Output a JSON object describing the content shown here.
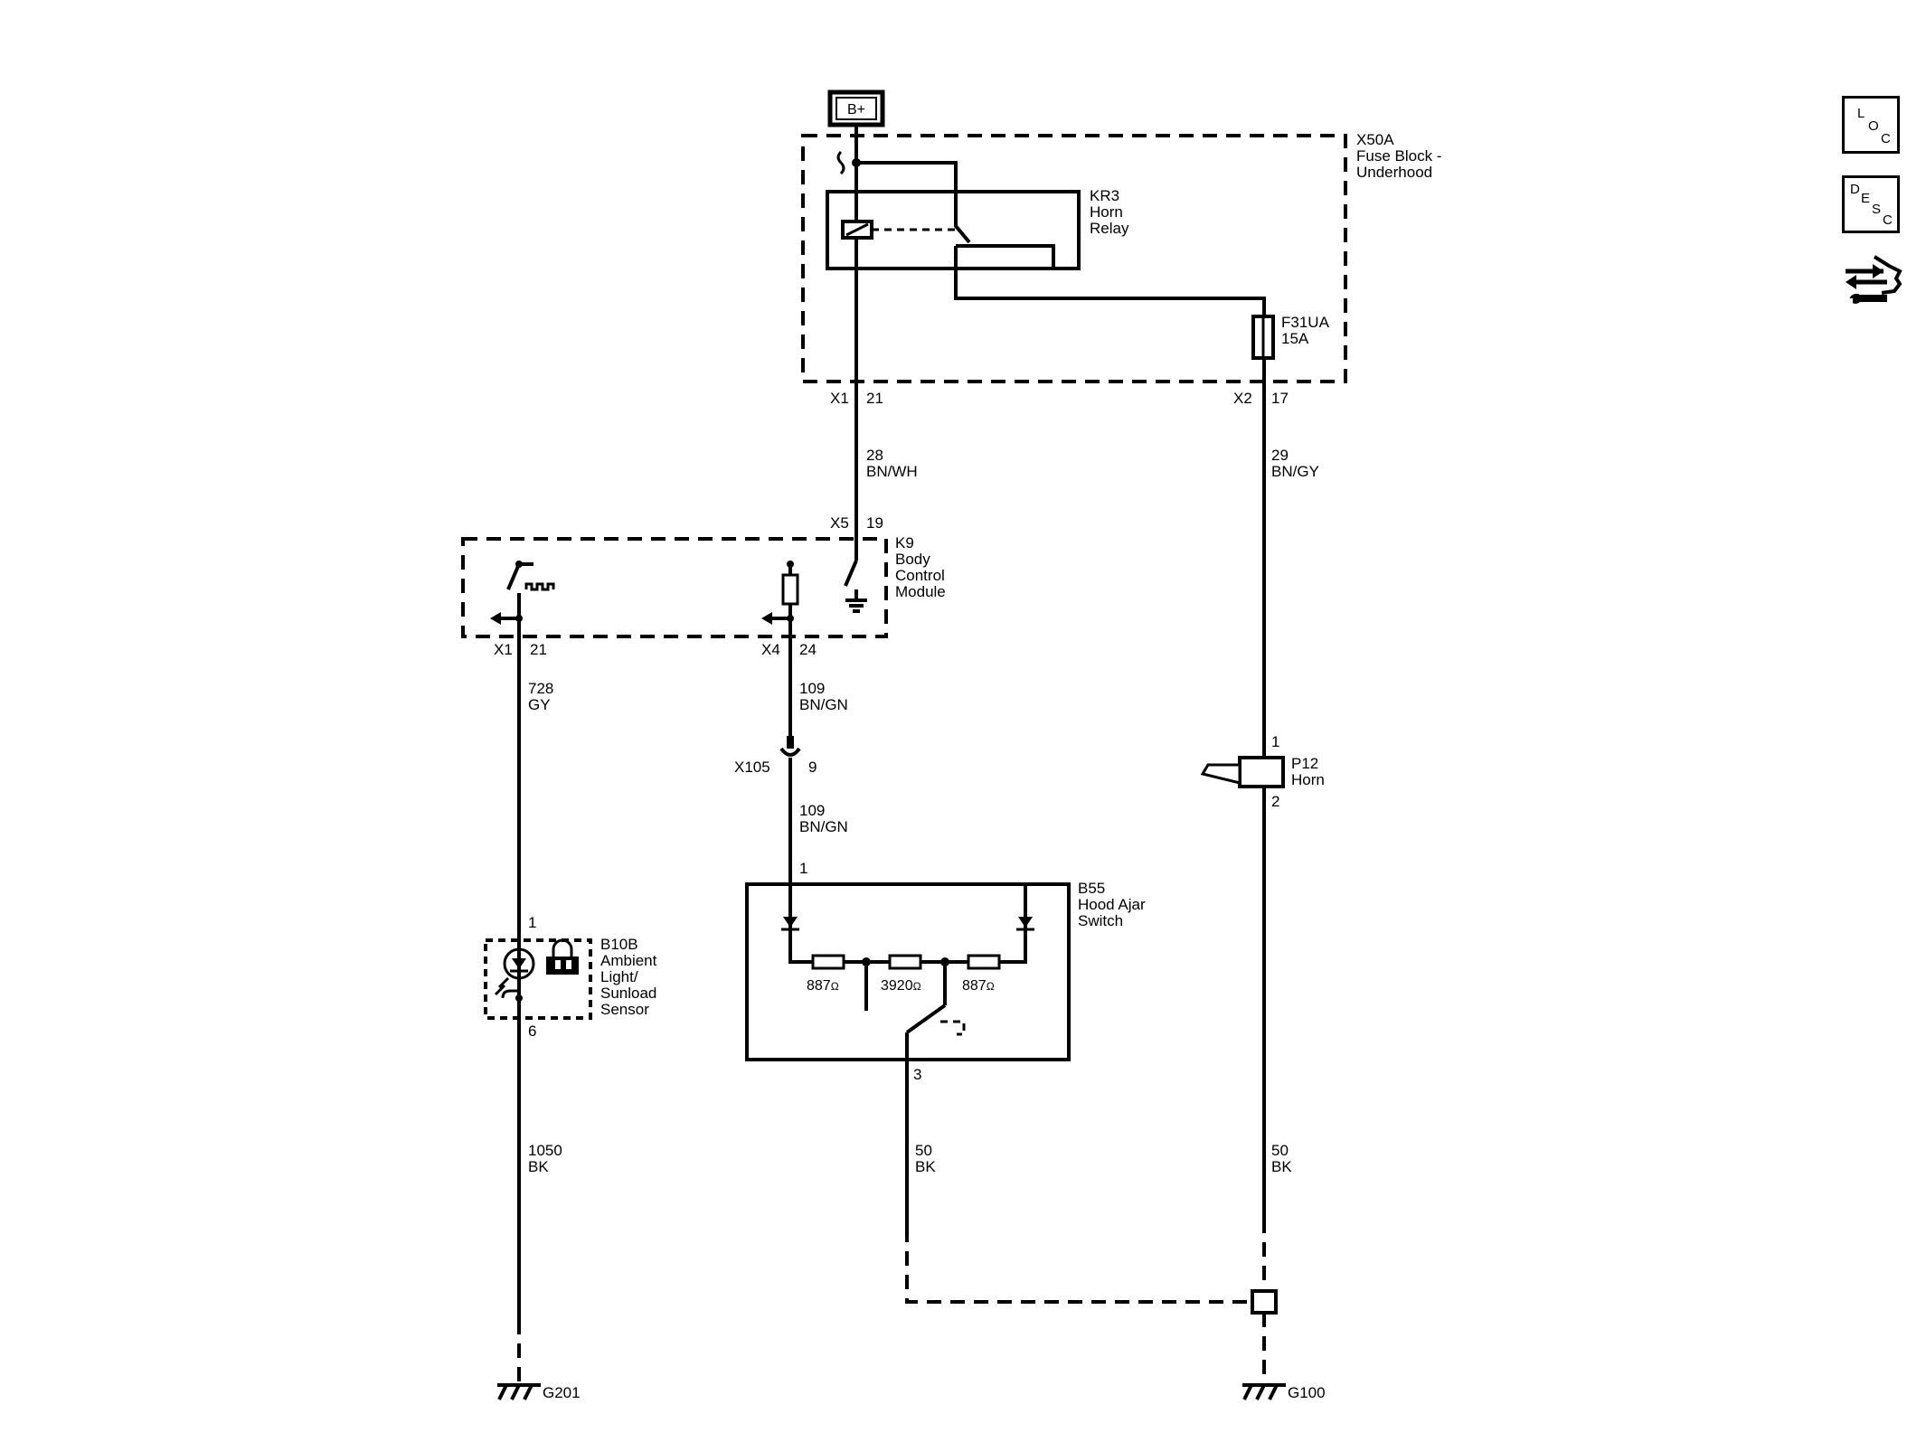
{
  "power": {
    "label": "B+"
  },
  "fuse_block": {
    "name": "X50A",
    "desc1": "Fuse Block -",
    "desc2": "Underhood",
    "pin_left_conn": "X1",
    "pin_left_num": "21",
    "pin_right_conn": "X2",
    "pin_right_num": "17"
  },
  "relay": {
    "name": "KR3",
    "desc1": "Horn",
    "desc2": "Relay"
  },
  "fuse": {
    "name": "F31UA",
    "rating": "15A"
  },
  "wire_28": {
    "circuit": "28",
    "color": "BN/WH"
  },
  "wire_29": {
    "circuit": "29",
    "color": "BN/GY"
  },
  "bcm": {
    "name": "K9",
    "desc1": "Body",
    "desc2": "Control",
    "desc3": "Module",
    "top_conn": "X5",
    "top_pin": "19",
    "left_conn": "X1",
    "left_pin": "21",
    "mid_conn": "X4",
    "mid_pin": "24"
  },
  "wire_728": {
    "circuit": "728",
    "color": "GY"
  },
  "wire_109a": {
    "circuit": "109",
    "color": "BN/GN"
  },
  "wire_109b": {
    "circuit": "109",
    "color": "BN/GN"
  },
  "inline_conn": {
    "name": "X105",
    "pin": "9"
  },
  "hood_switch": {
    "name": "B55",
    "desc1": "Hood Ajar",
    "desc2": "Switch",
    "pin_in": "1",
    "pin_out": "3",
    "r1": "887",
    "r2": "3920",
    "r3": "887",
    "ohm": "Ω"
  },
  "sensor": {
    "name": "B10B",
    "desc1": "Ambient",
    "desc2": "Light/",
    "desc3": "Sunload",
    "desc4": "Sensor",
    "pin_top": "1",
    "pin_bottom": "6"
  },
  "horn": {
    "name": "P12",
    "desc1": "Horn",
    "pin_top": "1",
    "pin_bottom": "2"
  },
  "wire_1050": {
    "circuit": "1050",
    "color": "BK"
  },
  "wire_50a": {
    "circuit": "50",
    "color": "BK"
  },
  "wire_50b": {
    "circuit": "50",
    "color": "BK"
  },
  "ground_left": {
    "name": "G201"
  },
  "ground_right": {
    "name": "G100"
  },
  "side_icons": {
    "loc": [
      "L",
      "O",
      "C"
    ],
    "desc": [
      "D",
      "E",
      "S",
      "C"
    ]
  }
}
